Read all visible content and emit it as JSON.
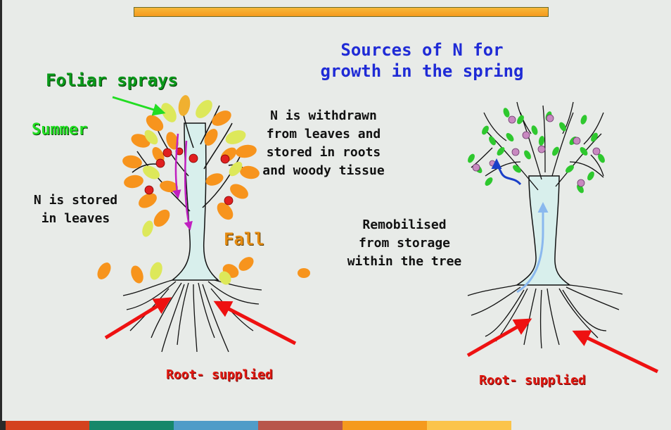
{
  "title_line1": "Sources of N for",
  "title_line2": "growth in the spring",
  "foliar": "Foliar sprays",
  "summer": "Summer",
  "fall": "Fall",
  "stored_leaves_1": "N is stored",
  "stored_leaves_2": "in leaves",
  "withdrawn_1": "N is withdrawn",
  "withdrawn_2": "from leaves and",
  "withdrawn_3": "stored in roots",
  "withdrawn_4": "and woody tissue",
  "remob_1": "Remobilised",
  "remob_2": "from storage",
  "remob_3": "within the tree",
  "root_left": "Root- supplied",
  "root_right": "Root- supplied",
  "colors": {
    "title": "#1f2bd6",
    "green": "#0a9a1a",
    "orange": "#e48a10",
    "red": "#e21a12",
    "stripes": [
      "#d4421e",
      "#16876a",
      "#4f9cc8",
      "#b8564a",
      "#f59a1d",
      "#fbc44a"
    ]
  }
}
